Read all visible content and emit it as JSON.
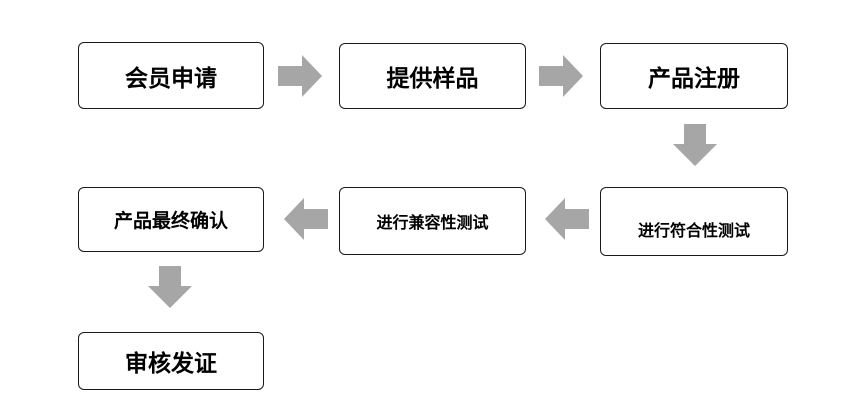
{
  "colors": {
    "box_border": "#1a1a1a",
    "arrow": "#a6a6a6",
    "background": "#ffffff"
  },
  "flow": {
    "steps": [
      {
        "label": "会员申请"
      },
      {
        "label": "提供样品"
      },
      {
        "label": "产品注册"
      },
      {
        "label": "进行符合性测试"
      },
      {
        "label": "进行兼容性测试"
      },
      {
        "label": "产品最终确认"
      },
      {
        "label": "审核发证"
      }
    ]
  }
}
